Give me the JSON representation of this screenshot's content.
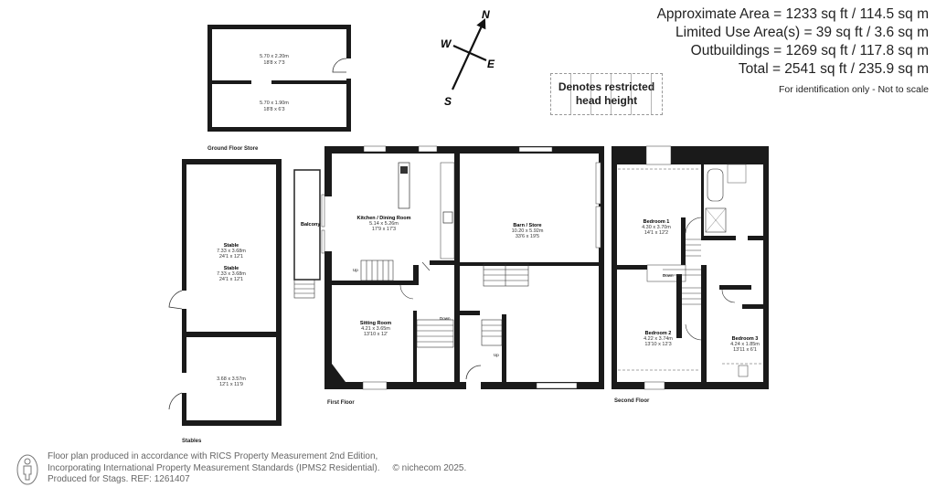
{
  "areas": {
    "lines": [
      "Approximate Area = 1233 sq ft / 114.5 sq m",
      "Limited Use Area(s) = 39 sq ft / 3.6 sq m",
      "Outbuildings = 1269 sq ft / 117.8 sq m",
      "Total = 2541 sq ft / 235.9 sq m"
    ],
    "note": "For identification only - Not to scale"
  },
  "compass": {
    "n": "N",
    "e": "E",
    "s": "S",
    "w": "W"
  },
  "legend": {
    "line1": "Denotes restricted",
    "line2": "head height"
  },
  "ground_floor_store": {
    "caption": "Ground Floor Store",
    "rooms": [
      {
        "dim_m": "5.70 x 2.20m",
        "dim_ft": "18'8 x 7'3"
      },
      {
        "dim_m": "5.70 x 1.90m",
        "dim_ft": "18'8 x 6'3"
      }
    ]
  },
  "stables": {
    "caption": "Stables",
    "rooms": [
      {
        "name": "Stable",
        "dim_m": "7.33 x 3.68m",
        "dim_ft": "24'1 x 12'1"
      },
      {
        "name": "Stable",
        "dim_m": "7.33 x 3.68m",
        "dim_ft": "24'1 x 12'1"
      },
      {
        "name": "",
        "dim_m": "3.68 x 3.57m",
        "dim_ft": "12'1 x 11'9"
      }
    ]
  },
  "first_floor": {
    "caption": "First Floor",
    "balcony": "Balcony",
    "up1": "Up",
    "up2": "Up",
    "down": "Down",
    "rooms": [
      {
        "name": "Kitchen / Dining Room",
        "dim_m": "5.14 x 5.26m",
        "dim_ft": "17'9 x 17'3"
      },
      {
        "name": "Sitting Room",
        "dim_m": "4.21 x 3.65m",
        "dim_ft": "13'10 x 12'"
      },
      {
        "name": "Barn / Store",
        "dim_m": "10.20 x 5.92m",
        "dim_ft": "33'6 x 19'5"
      }
    ]
  },
  "second_floor": {
    "caption": "Second Floor",
    "down": "Down",
    "rooms": [
      {
        "name": "Bedroom 1",
        "dim_m": "4.30 x 3.70m",
        "dim_ft": "14'1 x 12'2"
      },
      {
        "name": "Bedroom 2",
        "dim_m": "4.22 x 3.74m",
        "dim_ft": "13'10 x 12'3"
      },
      {
        "name": "Bedroom 3",
        "dim_m": "4.24 x 1.85m",
        "dim_ft": "13'11 x 6'1"
      }
    ]
  },
  "footer": {
    "line1": "Floor plan produced in accordance with RICS Property Measurement 2nd Edition,",
    "line2": "Incorporating International Property Measurement Standards (IPMS2 Residential).",
    "copyright": "© nichecom 2025.",
    "line3": "Produced for Stags.   REF: 1261407"
  },
  "colors": {
    "wall": "#1a1a1a",
    "text": "#222222",
    "footer_text": "#666666",
    "dash": "#999999"
  }
}
